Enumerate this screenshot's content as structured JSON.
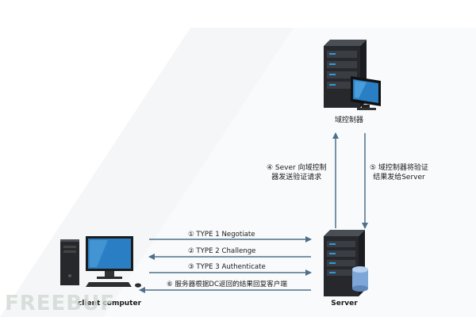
{
  "nodes": {
    "dc_label": "域控制器",
    "server_label": "Server",
    "client_label": "client computer"
  },
  "vertical": {
    "step4": "④ Sever 向域控制\n器发送验证请求",
    "step5": "⑤ 域控制器将验证\n结果发给Server"
  },
  "horizontal": {
    "step1": "① TYPE 1 Negotiate",
    "step2": "② TYPE 2 Challenge",
    "step3": "③ TYPE 3 Authenticate",
    "step6": "⑥ 服务器根据DC返回的结果回复客户端"
  },
  "watermark": "FREEBUF",
  "colors": {
    "arrow": "#4d6f8c",
    "server_dark": "#26282c",
    "server_light": "#4a4e55",
    "led": "#2e9bd6",
    "monitor_screen": "#2a7fc4",
    "db": "#7fa6d8",
    "background_band": "#f4f6f8"
  }
}
